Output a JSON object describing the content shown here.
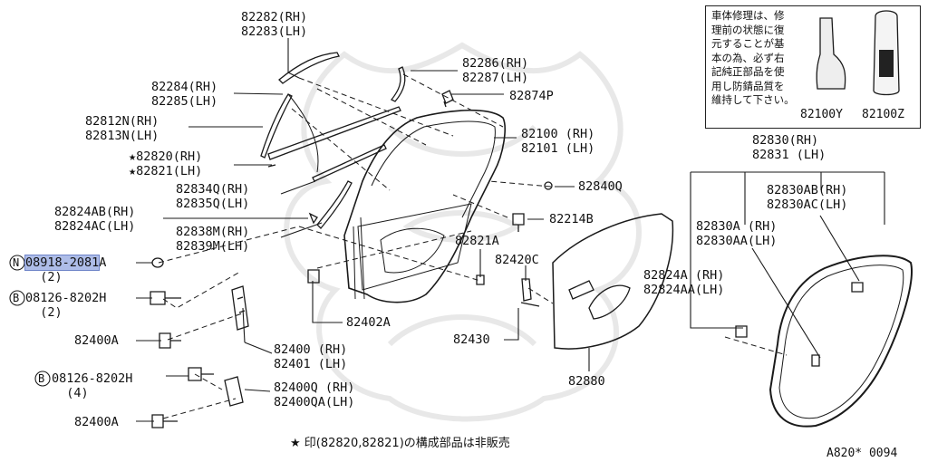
{
  "parts": {
    "p82282": {
      "rh": "82282(RH)",
      "lh": "82283(LH)"
    },
    "p82286": {
      "rh": "82286(RH)",
      "lh": "82287(LH)"
    },
    "p82874": {
      "code": "82874P"
    },
    "p82284": {
      "rh": "82284(RH)",
      "lh": "82285(LH)"
    },
    "p82812": {
      "rh": "82812N(RH)",
      "lh": "82813N(LH)"
    },
    "p82100": {
      "rh": "82100 (RH)",
      "lh": "82101 (LH)"
    },
    "p82820": {
      "rh": "★82820(RH)",
      "lh": "★82821(LH)"
    },
    "p82834": {
      "rh": "82834Q(RH)",
      "lh": "82835Q(LH)"
    },
    "p82840": {
      "code": "82840Q"
    },
    "p82824AB": {
      "rh": "82824AB(RH)",
      "lh": "82824AC(LH)"
    },
    "p82214": {
      "code": "82214B"
    },
    "p82838": {
      "rh": "82838M(RH)",
      "lh": "82839M(LH)"
    },
    "p82821A": {
      "code": "82821A"
    },
    "p08918": {
      "code": "08918-2081",
      "suffix": "A",
      "qty": "(2)",
      "prefix": "N"
    },
    "p82420": {
      "code": "82420C"
    },
    "p08126a": {
      "code": "08126-8202H",
      "qty": "(2)",
      "prefix": "B"
    },
    "p82402": {
      "code": "82402A"
    },
    "p82400A1": {
      "code": "82400A"
    },
    "p82430": {
      "code": "82430"
    },
    "p82400": {
      "rh": "82400 (RH)",
      "lh": "82401 (LH)"
    },
    "p08126b": {
      "code": "08126-8202H",
      "qty": "(4)",
      "prefix": "B"
    },
    "p82880": {
      "code": "82880"
    },
    "p82400Q": {
      "rh": "82400Q (RH)",
      "lh": "82400QA(LH)"
    },
    "p82400A2": {
      "code": "82400A"
    },
    "p82830": {
      "rh": "82830(RH)",
      "lh": "82831 (LH)"
    },
    "p82830AB": {
      "rh": "82830AB(RH)",
      "lh": "82830AC(LH)"
    },
    "p82830A": {
      "rh": "82830A (RH)",
      "lh": "82830AA(LH)"
    },
    "hihanbai": {
      "text": "非販売"
    },
    "p82824A": {
      "rh": "82824A (RH)",
      "lh": "82824AA(LH)"
    }
  },
  "note": {
    "text": "車体修理は、修\n理前の状態に復\n元することが基\n本の為、必ず右\n記純正部品を使\n用し防錆品質を\n維持して下さい。",
    "code_y": "82100Y",
    "code_z": "82100Z"
  },
  "footer": {
    "note": "★ 印(82820,82821)の構成部品は非販売",
    "ref": "A820* 0094"
  },
  "colors": {
    "line": "#1a1a1a",
    "highlight": "#aebde8"
  }
}
